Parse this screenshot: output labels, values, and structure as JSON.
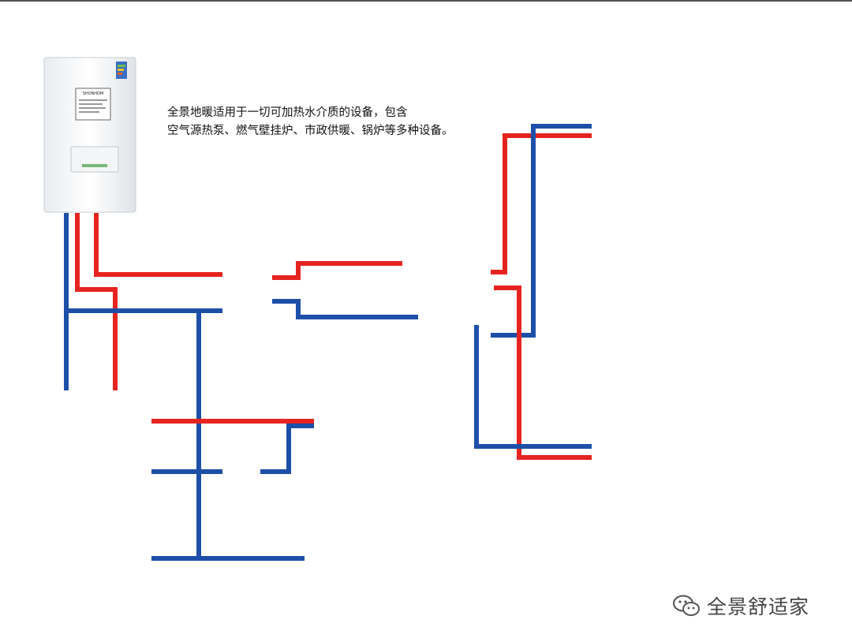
{
  "caption": {
    "line1": "全景地暖适用于一切可加热水介质的设备，包含",
    "line2": "空气源热泵、燃气壁挂炉、市政供暖、锅炉等多种设备。"
  },
  "boiler": {
    "brand": "SHONHOM"
  },
  "watermark": {
    "text": "全景舒适家",
    "icon": "wechat-icon"
  },
  "colors": {
    "hot_pipe": "#e52420",
    "cold_pipe": "#1d4fa8",
    "pump": "#c8161d",
    "floor_green": "#3aa66a",
    "frame": "#c9a15a"
  }
}
